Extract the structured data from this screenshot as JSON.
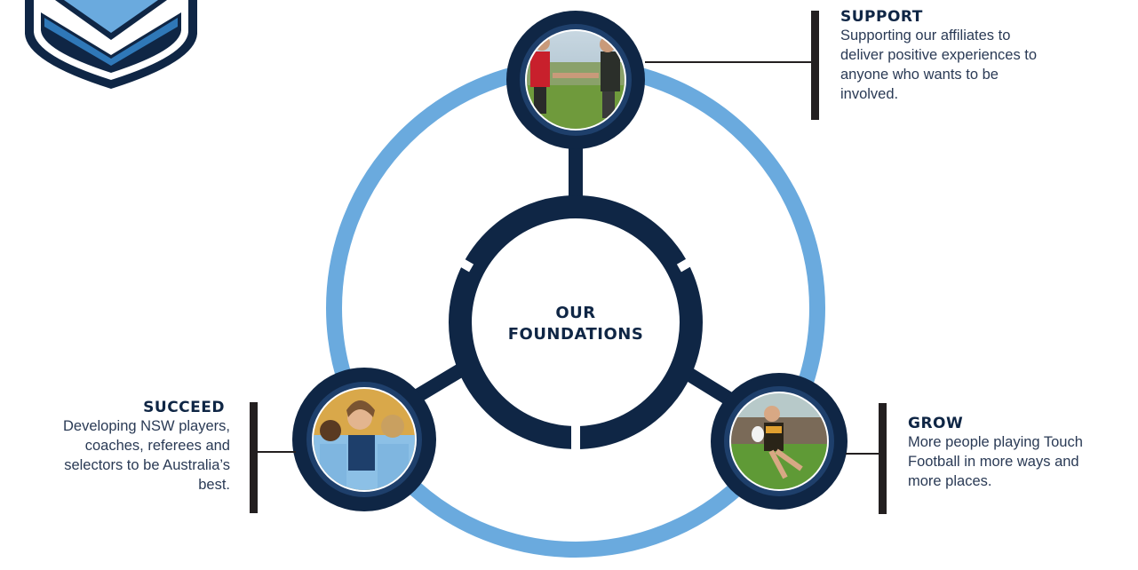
{
  "center": {
    "line1": "OUR",
    "line2": "FOUNDATIONS"
  },
  "pillars": {
    "support": {
      "heading": "SUPPORT",
      "lines": [
        "Supporting our affiliates to",
        "deliver positive experiences to",
        "anyone who wants to be",
        "involved."
      ],
      "photo_subject": "two players shaking hands on a field"
    },
    "grow": {
      "heading": "GROW",
      "lines": [
        "More people playing Touch",
        "Football in more ways and",
        "more places."
      ],
      "photo_subject": "girl running with a ball"
    },
    "succeed": {
      "heading": "SUCCEED",
      "lines": [
        "Developing NSW players,",
        "coaches, referees and",
        "selectors to be Australia’s",
        "best."
      ],
      "photo_subject": "team players hugging and celebrating"
    }
  },
  "colors": {
    "navy": "#0f2645",
    "ring_light_blue": "#6aaade",
    "chevron_blue": "#2f78b8",
    "bar_black": "#231f20"
  }
}
